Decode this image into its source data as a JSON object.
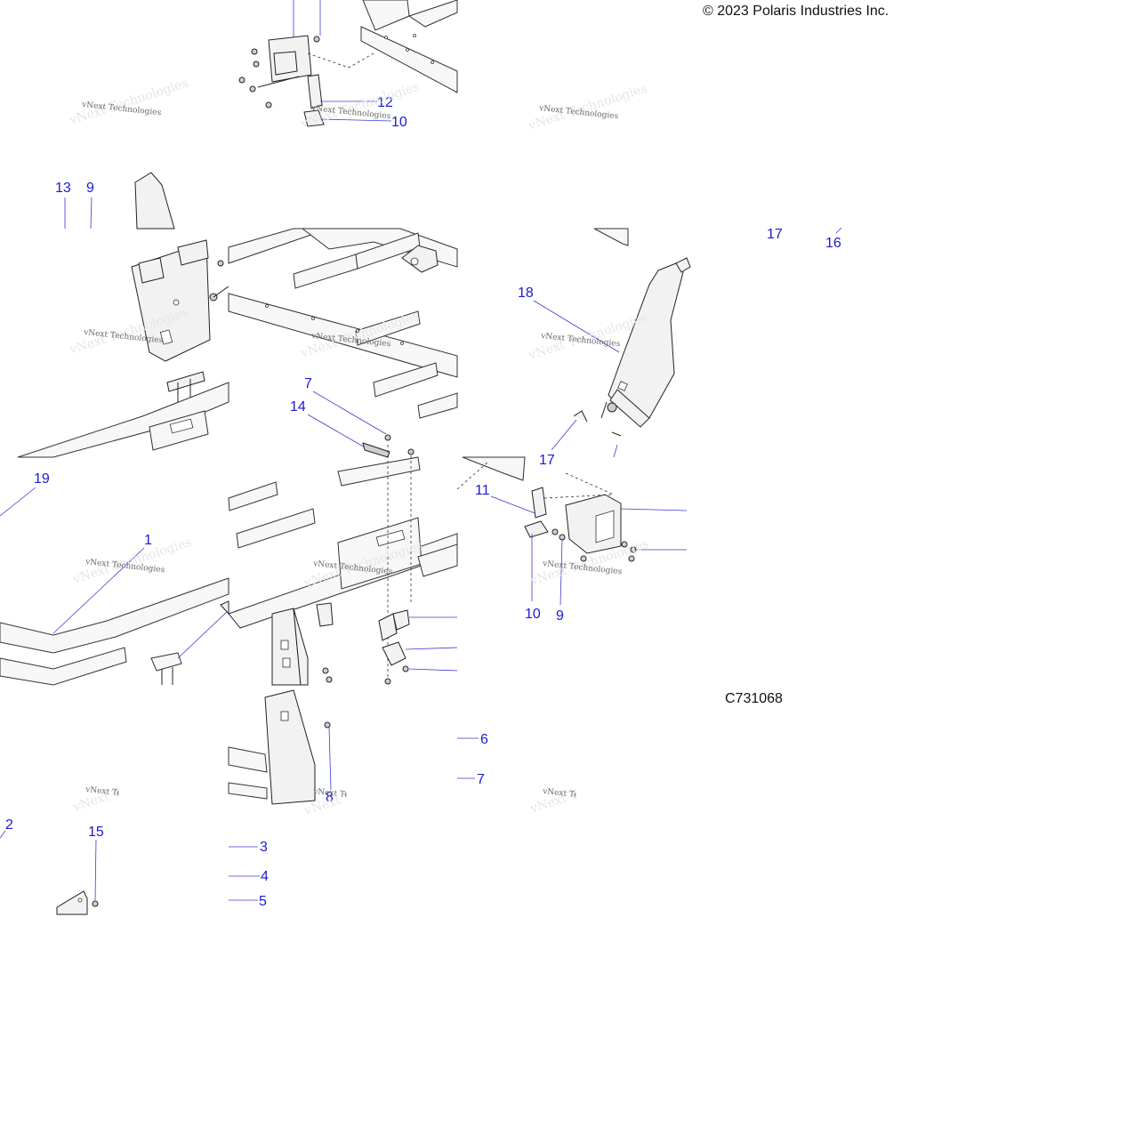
{
  "copyright": "© 2023 Polaris Industries Inc.",
  "figure_id": "C731068",
  "watermark": "vNext Technologies",
  "callouts": [
    "1",
    "2",
    "3",
    "4",
    "5",
    "6",
    "7",
    "7",
    "8",
    "9",
    "9",
    "10",
    "10",
    "11",
    "12",
    "13",
    "14",
    "15",
    "16",
    "17",
    "17",
    "18",
    "19"
  ],
  "colors": {
    "callout": "#1a1ad6",
    "leader": "#3a3ad8",
    "line_art": "#222222"
  }
}
